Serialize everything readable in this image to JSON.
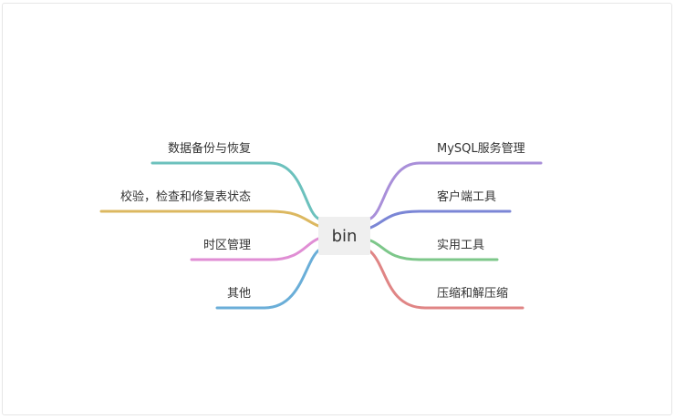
{
  "center": {
    "label": "bin"
  },
  "branches": {
    "left": [
      {
        "label": "数据备份与恢复",
        "color": "#6cc1bd"
      },
      {
        "label": "校验，检查和修复表状态",
        "color": "#dcb860"
      },
      {
        "label": "时区管理",
        "color": "#e08ed4"
      },
      {
        "label": "其他",
        "color": "#6aaed8"
      }
    ],
    "right": [
      {
        "label": "MySQL服务管理",
        "color": "#a98fd9"
      },
      {
        "label": "客户端工具",
        "color": "#7b86d6"
      },
      {
        "label": "实用工具",
        "color": "#7dc78a"
      },
      {
        "label": "压缩和解压缩",
        "color": "#e08585"
      }
    ]
  }
}
